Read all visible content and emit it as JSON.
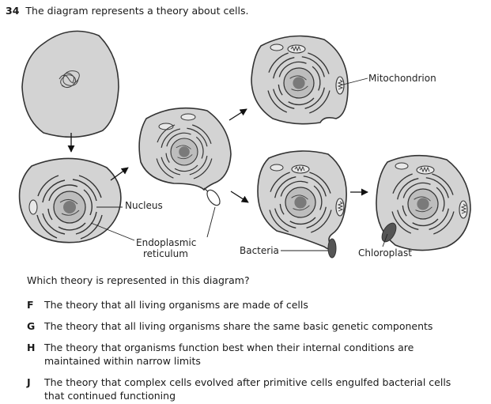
{
  "question": {
    "number": "34",
    "stem": "The diagram represents a theory about cells."
  },
  "diagram": {
    "labels": {
      "nucleus": "Nucleus",
      "er_line1": "Endoplasmic",
      "er_line2": "reticulum",
      "bacteria": "Bacteria",
      "mitochondrion": "Mitochondrion",
      "chloroplast": "Chloroplast"
    },
    "colors": {
      "cytoplasm": "#d3d3d3",
      "outline": "#333333",
      "nucleolus": "#7a7a7a",
      "bacteria": "#555555"
    }
  },
  "prompt": "Which theory is represented in this diagram?",
  "choices": [
    {
      "letter": "F",
      "text": "The theory that all living organisms are made of cells"
    },
    {
      "letter": "G",
      "text": "The theory that all living organisms share the same basic genetic components"
    },
    {
      "letter": "H",
      "text": "The theory that organisms function best when their internal conditions are maintained within narrow limits"
    },
    {
      "letter": "J",
      "text": "The theory that complex cells evolved after primitive cells engulfed bacterial cells that continued functioning"
    }
  ]
}
